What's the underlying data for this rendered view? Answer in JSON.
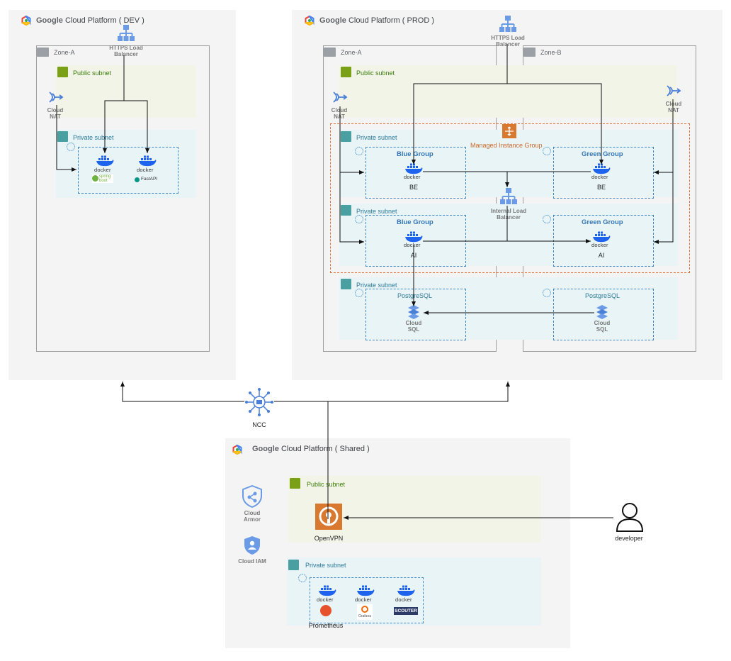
{
  "dev": {
    "brand": "Google",
    "title": "Cloud Platform ( DEV )",
    "zone_a": "Zone-A",
    "lb": "HTTPS Load Balancer",
    "public_subnet": "Public subnet",
    "private_subnet": "Private subnet",
    "nat": "Cloud NAT",
    "docker": "docker",
    "spring": "spring boot",
    "fastapi": "FastAPI"
  },
  "prod": {
    "brand": "Google",
    "title": "Cloud Platform ( PROD )",
    "zone_a": "Zone-A",
    "zone_b": "Zone-B",
    "lb": "HTTPS Load Balancer",
    "public_subnet": "Public subnet",
    "private_subnet_1": "Private subnet",
    "private_subnet_2": "Private subnet",
    "private_subnet_3": "Private subnet",
    "nat_left": "Cloud NAT",
    "nat_right": "Cloud NAT",
    "mig": "Managed Instance Group",
    "ilb": "Internal Load Balancer",
    "blue_group_be": "Blue Group",
    "green_group_be": "Green Group",
    "blue_group_ai": "Blue Group",
    "green_group_ai": "Green Group",
    "docker": "docker",
    "be": "BE",
    "ai": "AI",
    "postgres_a": "PostgreSQL",
    "postgres_b": "PostgreSQL",
    "cloud_sql": "Cloud SQL"
  },
  "ncc": "NCC",
  "shared": {
    "brand": "Google",
    "title": "Cloud Platform ( Shared )",
    "public_subnet": "Public subnet",
    "private_subnet": "Private subnet",
    "armor": "Cloud Armor",
    "iam": "Cloud IAM",
    "openvpn": "OpenVPN",
    "docker": "docker",
    "prometheus": "Prometheus",
    "grafana": "Grafana",
    "scouter": "SCOUTER"
  },
  "developer": "developer",
  "colors": {
    "panel": "#f4f4f4",
    "public_subnet": "#f2f4e7",
    "private_subnet": "#e8f4f6",
    "accent_blue": "#3576b5",
    "mig_orange": "#e0733a",
    "openvpn_orange": "#d9782f"
  }
}
